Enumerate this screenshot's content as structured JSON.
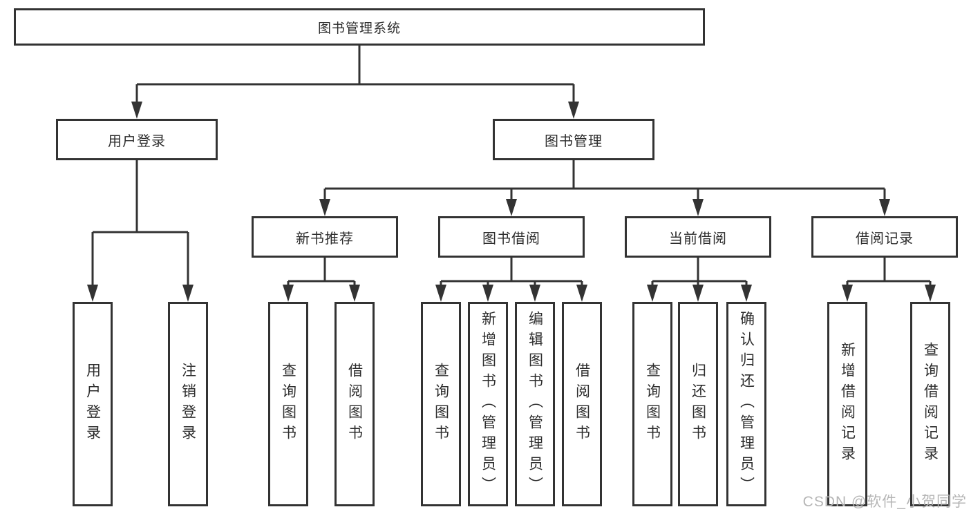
{
  "diagram": {
    "root": {
      "label": "图书管理系统"
    },
    "level2": [
      {
        "id": "user-login",
        "label": "用户登录"
      },
      {
        "id": "book-management",
        "label": "图书管理"
      }
    ],
    "level3": [
      {
        "id": "new-book-recommend",
        "label": "新书推荐"
      },
      {
        "id": "book-borrowing",
        "label": "图书借阅"
      },
      {
        "id": "current-borrowing",
        "label": "当前借阅"
      },
      {
        "id": "borrowing-records",
        "label": "借阅记录"
      }
    ],
    "leaves": {
      "user_login": [
        {
          "label": "用户登录"
        },
        {
          "label": "注销登录"
        }
      ],
      "new_book_recommend": [
        {
          "label": "查询图书"
        },
        {
          "label": "借阅图书"
        }
      ],
      "book_borrowing": [
        {
          "label": "查询图书"
        },
        {
          "label": "新增图书（管理员）"
        },
        {
          "label": "编辑图书（管理员）"
        },
        {
          "label": "借阅图书"
        }
      ],
      "current_borrowing": [
        {
          "label": "查询图书"
        },
        {
          "label": "归还图书"
        },
        {
          "label": "确认归还（管理员）"
        }
      ],
      "borrowing_records": [
        {
          "label": "新增借阅记录"
        },
        {
          "label": "查询借阅记录"
        }
      ]
    }
  },
  "watermark": {
    "text": "CSDN @软件_小贺同学"
  },
  "colors": {
    "line": "#333333",
    "box_border": "#333333",
    "text": "#2d2d2d",
    "watermark": "#b5b5b5",
    "background": "#ffffff"
  }
}
